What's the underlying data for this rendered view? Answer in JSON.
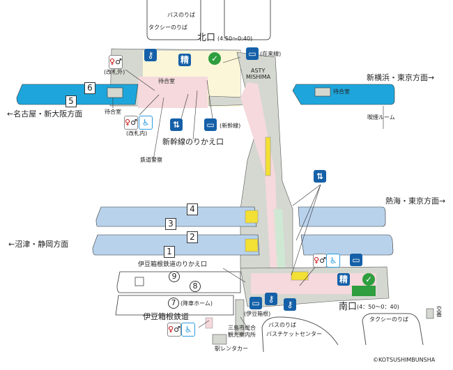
{
  "north": {
    "bus": "バスのりば",
    "taxi": "タクシーのりば",
    "exit": "北口",
    "hours": "(4:50〜0:40)"
  },
  "labels": {
    "wc_outside": "(改札外)",
    "wc_inside": "(改札内)",
    "zairaisen": "(在来線)",
    "shinkansen": "(新幹線)",
    "asty": "ASTY",
    "mishima": "MISHIMA",
    "waiting_room": "待合室",
    "smoking_room": "喫煙ルーム",
    "shinkansen_transfer": "新幹線のりかえ口",
    "railway_police": "鉄道警察",
    "izuhakone_transfer": "伊豆箱根鉄道のりかえ口",
    "izuhakone_line": "伊豆箱根鉄道",
    "izuhakone_ticket": "(伊豆箱根)",
    "alighting": "(降車ホーム)",
    "tourist_info_1": "三島市総合",
    "tourist_info_2": "観光案内所",
    "rent_a_car": "駅レンタカー",
    "bus_ticket": "バスチケットセンター",
    "koban": "交番",
    "seisan": "精",
    "copyright": "©KOTSUSHIMBUNSHA"
  },
  "directions": {
    "nagoya": "←名古屋・新大阪方面",
    "shinyokohama": "新横浜・東京方面→",
    "atami": "熱海・東京方面→",
    "numazu": "←沼津・静岡方面"
  },
  "platforms": {
    "p1": "1",
    "p2": "2",
    "p3": "3",
    "p4": "4",
    "p5": "5",
    "p6": "6",
    "p7": "7",
    "p8": "8",
    "p9": "9"
  },
  "south": {
    "exit": "南口",
    "hours": "(4：50～0：40)",
    "bus": "バスのりば",
    "taxi": "タクシーのりば"
  },
  "colors": {
    "shinkansen_platform": "#1ea6dc",
    "conventional_platform": "#b8d2ec",
    "concourse": "#f5d9dc",
    "building": "#d4d8d0",
    "icon_blue": "#1560a8"
  }
}
